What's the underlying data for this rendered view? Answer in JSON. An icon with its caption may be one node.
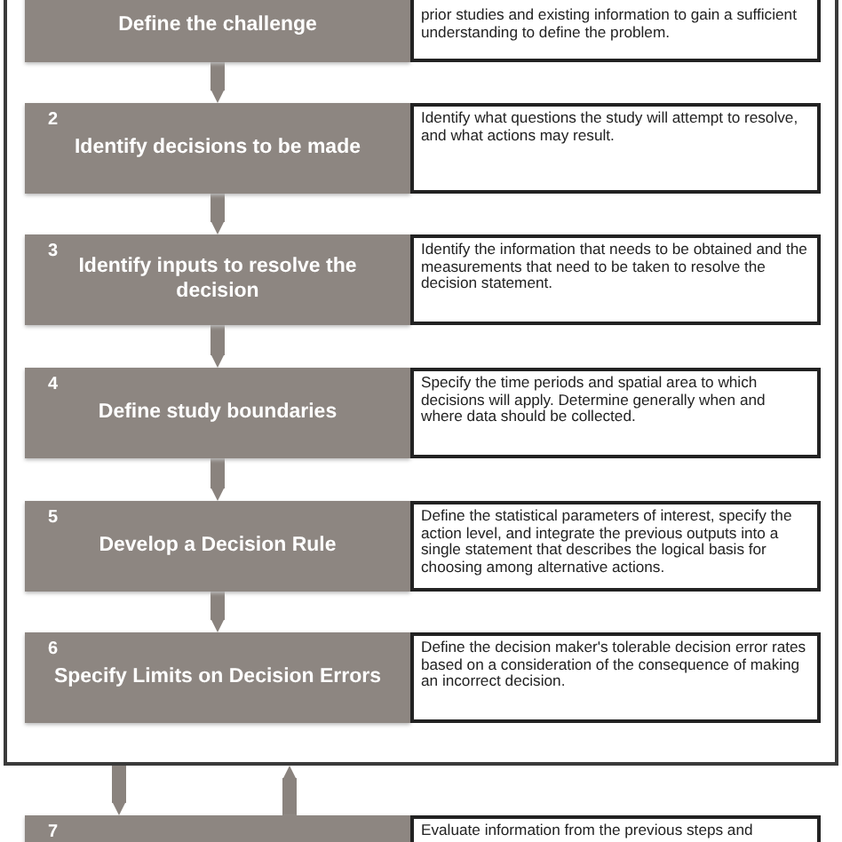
{
  "diagram": {
    "nodes": [
      {
        "text": [],
        "shape": "box"
      },
      {
        "text": [
          "Define the challenge"
        ],
        "in": 0
      },
      {
        "text": [
          "prior studies and existing information to gain a sufficient understanding to define the problem."
        ],
        "in": 0
      },
      {
        "text": [
          "2",
          "Identify decisions to be made"
        ],
        "in": 0
      },
      {
        "text": [
          "Identify what questions the study will attempt to resolve, and what actions may result."
        ],
        "in": 0
      },
      {
        "text": [
          "3",
          "Identify inputs to resolve the decision"
        ],
        "in": 0
      },
      {
        "text": [
          "Identify the information that needs to be obtained and the measurements that need to be taken to resolve the decision statement."
        ],
        "in": 0
      },
      {
        "text": [
          "4",
          "Define study boundaries"
        ],
        "in": 0
      },
      {
        "text": [
          "Specify the time periods and spatial area to which decisions will apply. Determine generally when and where data should be collected."
        ],
        "in": 0
      },
      {
        "text": [
          "5",
          "Develop a Decision Rule"
        ],
        "in": 0
      },
      {
        "text": [
          "Define the statistical parameters of interest, specify the action level, and integrate the previous outputs into a single statement that describes the logical basis for choosing among alternative actions."
        ],
        "in": 0
      },
      {
        "text": [
          "6",
          "Specify Limits on Decision Errors"
        ],
        "in": 0
      },
      {
        "text": [
          "Define the decision maker's tolerable decision error rates based on a consideration of the consequence of making an incorrect decision."
        ],
        "in": 0
      },
      {
        "text": [
          "7"
        ]
      },
      {
        "text": [
          "Evaluate information from the previous steps and"
        ]
      }
    ],
    "edges": [
      {
        "from": 1,
        "to": 3,
        "arrow": "to"
      },
      {
        "from": 3,
        "to": 5,
        "arrow": "to"
      },
      {
        "from": 5,
        "to": 7,
        "arrow": "to"
      },
      {
        "from": 7,
        "to": 9,
        "arrow": "to"
      },
      {
        "from": 9,
        "to": 11,
        "arrow": "to"
      },
      {
        "from": 0,
        "to": 13,
        "arrow": "to"
      },
      {
        "from": 13,
        "to": 0,
        "arrow": "to"
      }
    ]
  }
}
